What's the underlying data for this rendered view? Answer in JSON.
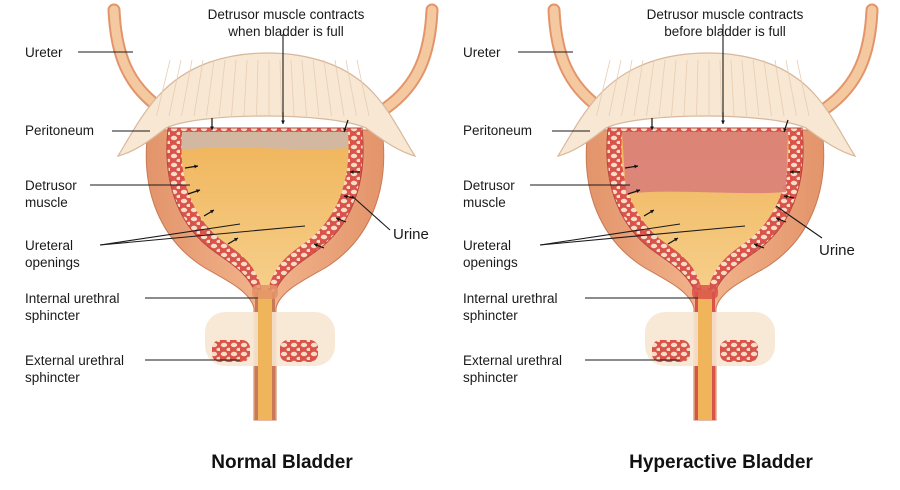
{
  "panels": [
    {
      "caption": "Normal Bladder",
      "top_label": "Detrusor muscle contracts\nwhen bladder is full",
      "urine_label": "Urine",
      "left_labels": {
        "ureter": "Ureter",
        "peritoneum": "Peritoneum",
        "detrusor": "Detrusor\nmuscle",
        "ureteral": "Ureteral\nopenings",
        "internal": "Internal urethral\nsphincter",
        "external": "External urethral\nsphincter"
      },
      "condition": "normal"
    },
    {
      "caption": "Hyperactive Bladder",
      "top_label": "Detrusor muscle contracts\nbefore bladder is full",
      "urine_label": "Urine",
      "left_labels": {
        "ureter": "Ureter",
        "peritoneum": "Peritoneum",
        "detrusor": "Detrusor\nmuscle",
        "ureteral": "Ureteral\nopenings",
        "internal": "Internal urethral\nsphincter",
        "external": "External urethral\nsphincter"
      },
      "condition": "hyperactive"
    }
  ],
  "colors": {
    "background": "#ffffff",
    "tissue_outer": "#f2b48c",
    "tissue_shade": "#e3946a",
    "detrusor_red": "#d9534a",
    "detrusor_cells": "#f7dcc6",
    "urine": "#f0b45a",
    "urine_light": "#f6cf8a",
    "gas_normal": "#cfb8a8",
    "gas_hyperactive": "#d9807a",
    "peritoneum": "#f7e7d3",
    "ureter": "#f4c9a0",
    "label_line": "#1a1a1a"
  }
}
